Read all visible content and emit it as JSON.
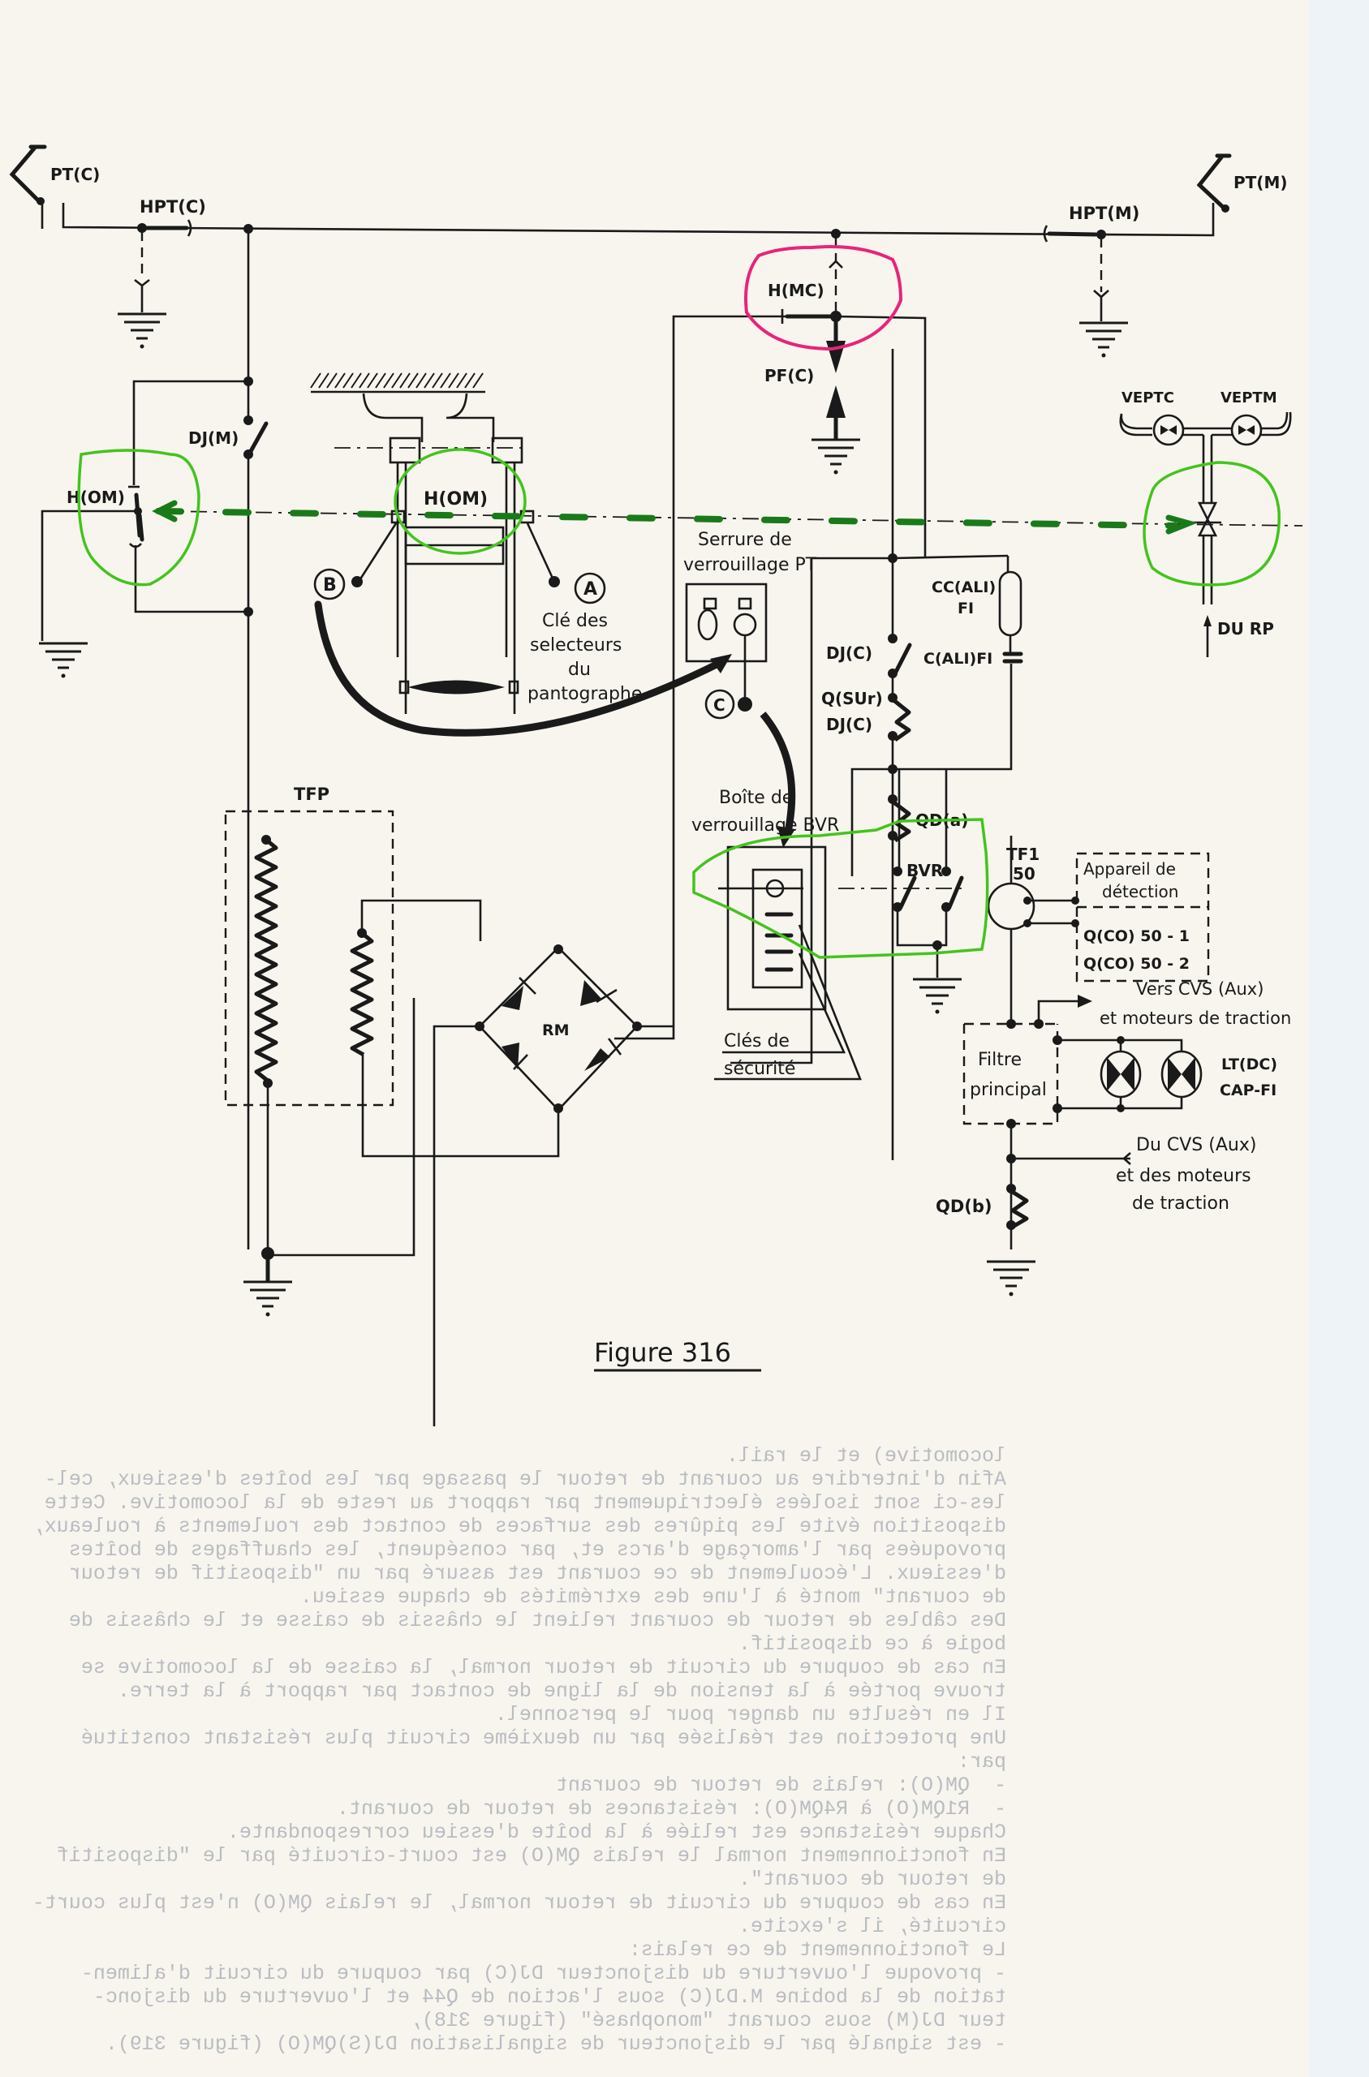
{
  "figure": {
    "caption": "Figure 316"
  },
  "labels": {
    "pt_c": "PT(C)",
    "pt_m": "PT(M)",
    "hpt_c": "HPT(C)",
    "hpt_m": "HPT(M)",
    "h_mc": "H(MC)",
    "pf_c": "PF(C)",
    "dj_m": "DJ(M)",
    "h_om_left": "H(OM)",
    "h_om_center": "H(OM)",
    "veptc": "VEPTC",
    "veptm": "VEPTM",
    "du_rp": "DU RP",
    "key_b": "B",
    "key_a": "A",
    "key_c": "C",
    "cle_selecteurs": [
      "Clé des",
      "selecteurs",
      "du",
      "pantographe"
    ],
    "serrure": [
      "Serrure de",
      "verrouillage PT"
    ],
    "cc_ali": [
      "CC(ALI)",
      "FI"
    ],
    "c_ali": "C(ALI)FI",
    "dj_c_switch": "DJ(C)",
    "q_sur": "Q(SUr)",
    "dj_c_coil": "DJ(C)",
    "qd_a": "QD(a)",
    "tfp": "TFP",
    "rm": "RM",
    "boite_bvr": [
      "Boîte de",
      "verrouillage BVR"
    ],
    "bvr": "BVR",
    "tf1": [
      "TF1",
      "50"
    ],
    "appareil": [
      "Appareil de",
      "détection"
    ],
    "q_co_1": "Q(CO) 50 - 1",
    "q_co_2": "Q(CO) 50 - 2",
    "cles_securite": [
      "Clés de",
      "sécurité"
    ],
    "vers_cvs": [
      "Vers CVS (Aux)",
      "et moteurs de traction"
    ],
    "filtre": [
      "Filtre",
      "principal"
    ],
    "lt_dc": [
      "LT(DC)",
      "CAP-FI"
    ],
    "du_cvs": [
      "Du CVS (Aux)",
      "et des moteurs",
      "de traction"
    ],
    "qd_b": "QD(b)"
  },
  "annotations": {
    "green_color": "#44c41c",
    "green_dash_color": "#1a7a1a",
    "pink_color": "#e8237a"
  },
  "bleed_through_text": [
    "locomotive) et le rail.",
    "Afin d'interdire au courant de retour le passage par les boîtes d'essieux, cel-",
    "les-ci sont isolées électriquement par rapport au reste de la locomotive. Cette",
    "disposition évite les piqûres des surfaces de contact des roulements à rouleaux,",
    "provoquées par l'amorçage d'arcs et, par conséquent, les chauffages de boîtes",
    "d'essieux. L'écoulement de ce courant est assuré par un \"dispositif de retour",
    "de courant\" monté à l'une des extrémités de chaque essieu.",
    "Des câbles de retour de courant relient le châssis de caisse et le châssis de",
    "bogie à ce dispositif.",
    "En cas de coupure du circuit de retour normal, la caisse de la locomotive se",
    "trouve portée à la tension de la ligne de contact par rapport à la terre.",
    "Il en résulte un danger pour le personnel.",
    "Une protection est réalisée par un deuxième circuit plus résistant constitué",
    "par:",
    "-  QM(O): relais de retour de courant",
    "-  R1QM(O) à R4QM(O): résistances de retour de courant.",
    "Chaque résistance est reliée à la boîte d'essieu correspondante.",
    "En fonctionnement normal le relais QM(O) est court-circuité par le \"dispositif",
    "de retour de courant\".",
    "En cas de coupure du circuit de retour normal, le relais QM(O) n'est plus court-",
    "circuité, il s'excite.",
    "Le fonctionnement de ce relais:",
    "- provoque l'ouverture du disjoncteur DJ(C) par coupure du circuit d'alimen-",
    "tation de la bobine M.DJ(C) sous l'action de Q44 et l'ouverture du disjonc-",
    "teur DJ(M) sous courant \"monophasé\" (figure 318),",
    "- est signalé par le disjoncteur de signalisation DJ(S)QM(O) (figure 319)."
  ]
}
